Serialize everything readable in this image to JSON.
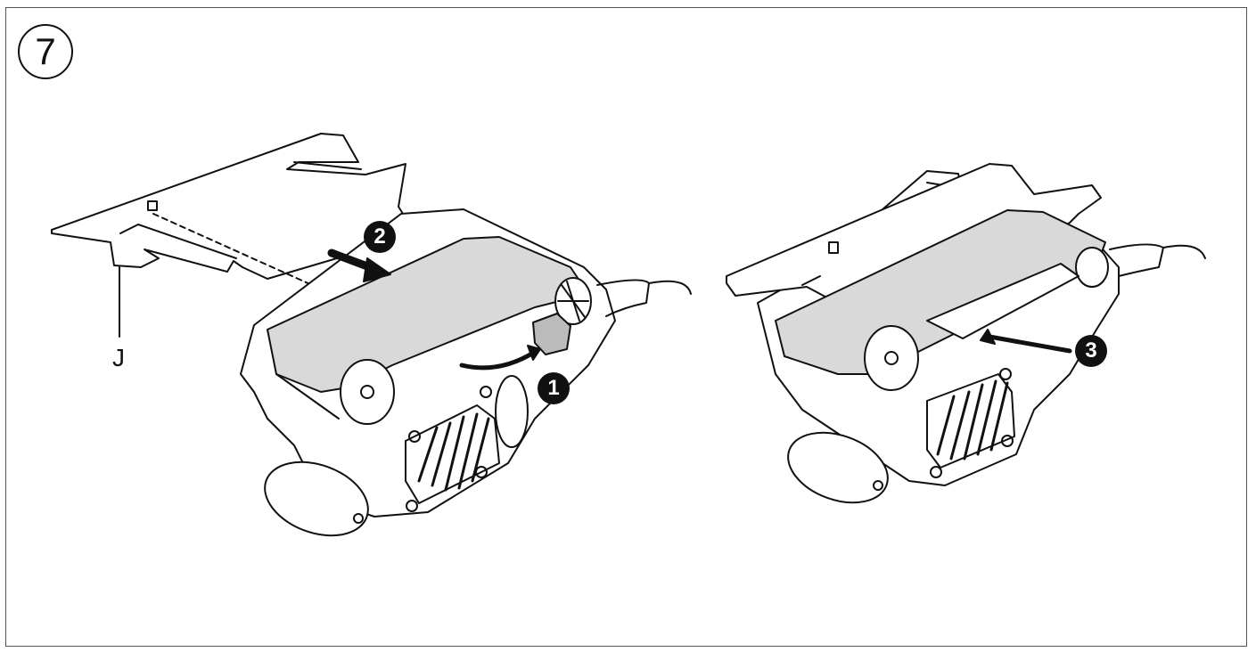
{
  "figure": {
    "number": "7"
  },
  "labels": {
    "j": "J"
  },
  "steps": {
    "one": "1",
    "two": "2",
    "three": "3"
  },
  "colors": {
    "line": "#111111",
    "belt": "#d9d9d9",
    "background": "#ffffff"
  },
  "panels": [
    "left-illustration",
    "right-illustration"
  ]
}
